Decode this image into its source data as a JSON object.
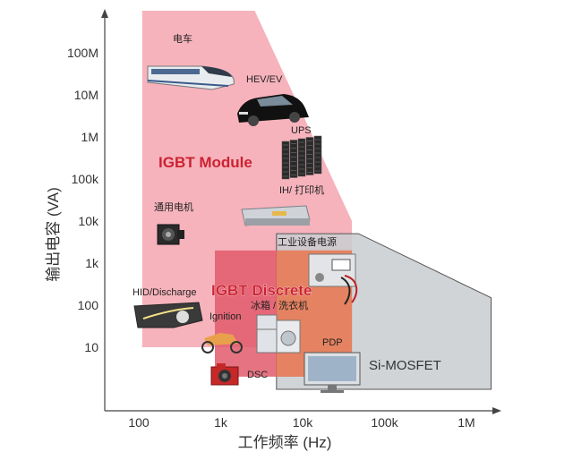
{
  "chart_data": {
    "type": "area",
    "title": "",
    "xlabel": "工作频率 (Hz)",
    "ylabel": "输出电容 (VA)",
    "x_scale": "log",
    "y_scale": "log",
    "x_ticks": [
      "100",
      "1k",
      "10k",
      "100k",
      "1M"
    ],
    "y_ticks": [
      "10",
      "100",
      "1k",
      "10k",
      "100k",
      "1M",
      "10M",
      "100M"
    ],
    "regions": [
      {
        "name": "IGBT Module",
        "color": "#f4a6b0",
        "boundary_hz_va": [
          [
            110,
            1000000000
          ],
          [
            2600,
            1000000000
          ],
          [
            40000,
            10000
          ],
          [
            40000,
            10
          ],
          [
            110,
            10
          ]
        ]
      },
      {
        "name": "IGBT Discrete",
        "color": "#e25a6c",
        "boundary_hz_va": [
          [
            850,
            2000
          ],
          [
            40000,
            2000
          ],
          [
            40000,
            2
          ],
          [
            850,
            2
          ]
        ]
      },
      {
        "name": "Si-MOSFET",
        "color": "#c9ccd0",
        "boundary_hz_va": [
          [
            4800,
            5000
          ],
          [
            48000,
            5000
          ],
          [
            2000000,
            150
          ],
          [
            2000000,
            1
          ],
          [
            4800,
            1
          ]
        ]
      }
    ],
    "applications": [
      {
        "label": "电车",
        "icon": "train-icon"
      },
      {
        "label": "HEV/EV",
        "icon": "car-icon"
      },
      {
        "label": "UPS",
        "icon": "server-rack-icon"
      },
      {
        "label": "IH/ 打印机",
        "icon": "induction-cooker-icon"
      },
      {
        "label": "通用电机",
        "icon": "motor-icon"
      },
      {
        "label": "工业设备电源",
        "icon": "power-supply-icon"
      },
      {
        "label": "HID/Discharge",
        "icon": "headlight-icon"
      },
      {
        "label": "冰箱 / 洗衣机",
        "icon": "refrigerator-icon"
      },
      {
        "label": "Ignition",
        "icon": "scooter-icon"
      },
      {
        "label": "PDP",
        "icon": "monitor-icon"
      },
      {
        "label": "DSC",
        "icon": "camera-icon"
      }
    ],
    "grid": false,
    "legend": "none"
  }
}
